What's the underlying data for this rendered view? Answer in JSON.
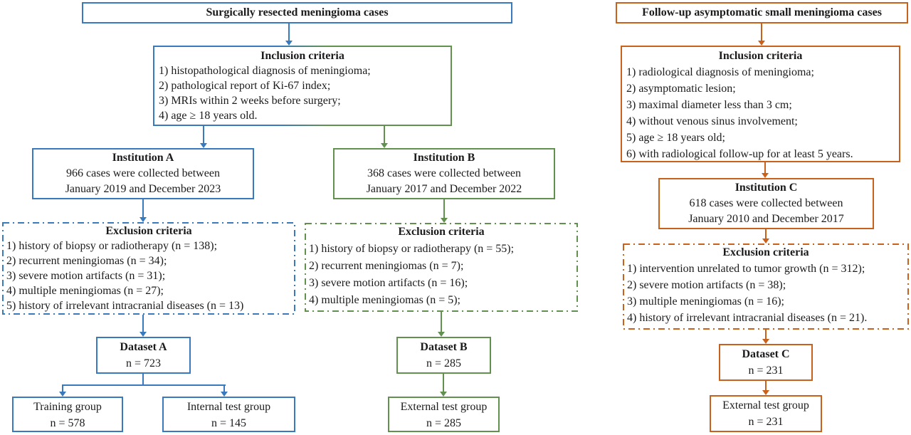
{
  "colors": {
    "blue": "#3979bd",
    "green": "#62914f",
    "orange": "#c8611c"
  },
  "flowchart": {
    "left": {
      "source": {
        "title": "Surgically resected meningioma cases"
      },
      "inclusion": {
        "title": "Inclusion criteria",
        "items": [
          "1) histopathological diagnosis of meningioma;",
          "2) pathological report of Ki-67 index;",
          "3) MRIs within 2 weeks before surgery;",
          "4) age ≥ 18 years old."
        ]
      },
      "institution_a": {
        "title": "Institution A",
        "line1": "966 cases were collected between",
        "line2": "January 2019 and December 2023"
      },
      "exclusion_a": {
        "title": "Exclusion criteria",
        "items": [
          "1) history of biopsy or radiotherapy (n = 138);",
          "2) recurrent meningiomas (n = 34);",
          "3) severe motion artifacts (n = 31);",
          "4) multiple meningiomas (n = 27);",
          "5) history of irrelevant intracranial diseases (n = 13)"
        ]
      },
      "dataset_a": {
        "title": "Dataset A",
        "n": "n = 723"
      },
      "training": {
        "title": "Training group",
        "n": "n = 578"
      },
      "internal_test": {
        "title": "Internal test group",
        "n": "n = 145"
      }
    },
    "middle": {
      "institution_b": {
        "title": "Institution B",
        "line1": "368 cases were collected between",
        "line2": "January 2017 and December 2022"
      },
      "exclusion_b": {
        "title": "Exclusion criteria",
        "items": [
          "1) history of biopsy or radiotherapy (n = 55);",
          "2) recurrent meningiomas (n = 7);",
          "3) severe motion artifacts (n = 16);",
          "4) multiple meningiomas (n = 5);"
        ]
      },
      "dataset_b": {
        "title": "Dataset B",
        "n": "n = 285"
      },
      "external_test": {
        "title": "External test group",
        "n": "n = 285"
      }
    },
    "right": {
      "source": {
        "title": "Follow-up asymptomatic small meningioma cases"
      },
      "inclusion": {
        "title": "Inclusion criteria",
        "items": [
          "1) radiological diagnosis of meningioma;",
          "2) asymptomatic lesion;",
          "3) maximal diameter less than 3 cm;",
          "4) without venous sinus involvement;",
          "5) age ≥ 18 years old;",
          "6) with radiological follow-up for at least 5 years."
        ]
      },
      "institution_c": {
        "title": "Institution C",
        "line1": "618 cases were collected between",
        "line2": "January 2010 and December 2017"
      },
      "exclusion_c": {
        "title": "Exclusion criteria",
        "items": [
          "1) intervention unrelated to tumor growth (n = 312);",
          "2) severe motion artifacts (n = 38);",
          "3) multiple meningiomas (n = 16);",
          "4) history of irrelevant intracranial diseases (n = 21)."
        ]
      },
      "dataset_c": {
        "title": "Dataset C",
        "n": "n = 231"
      },
      "external_test": {
        "title": "External test group",
        "n": "n = 231"
      }
    }
  }
}
